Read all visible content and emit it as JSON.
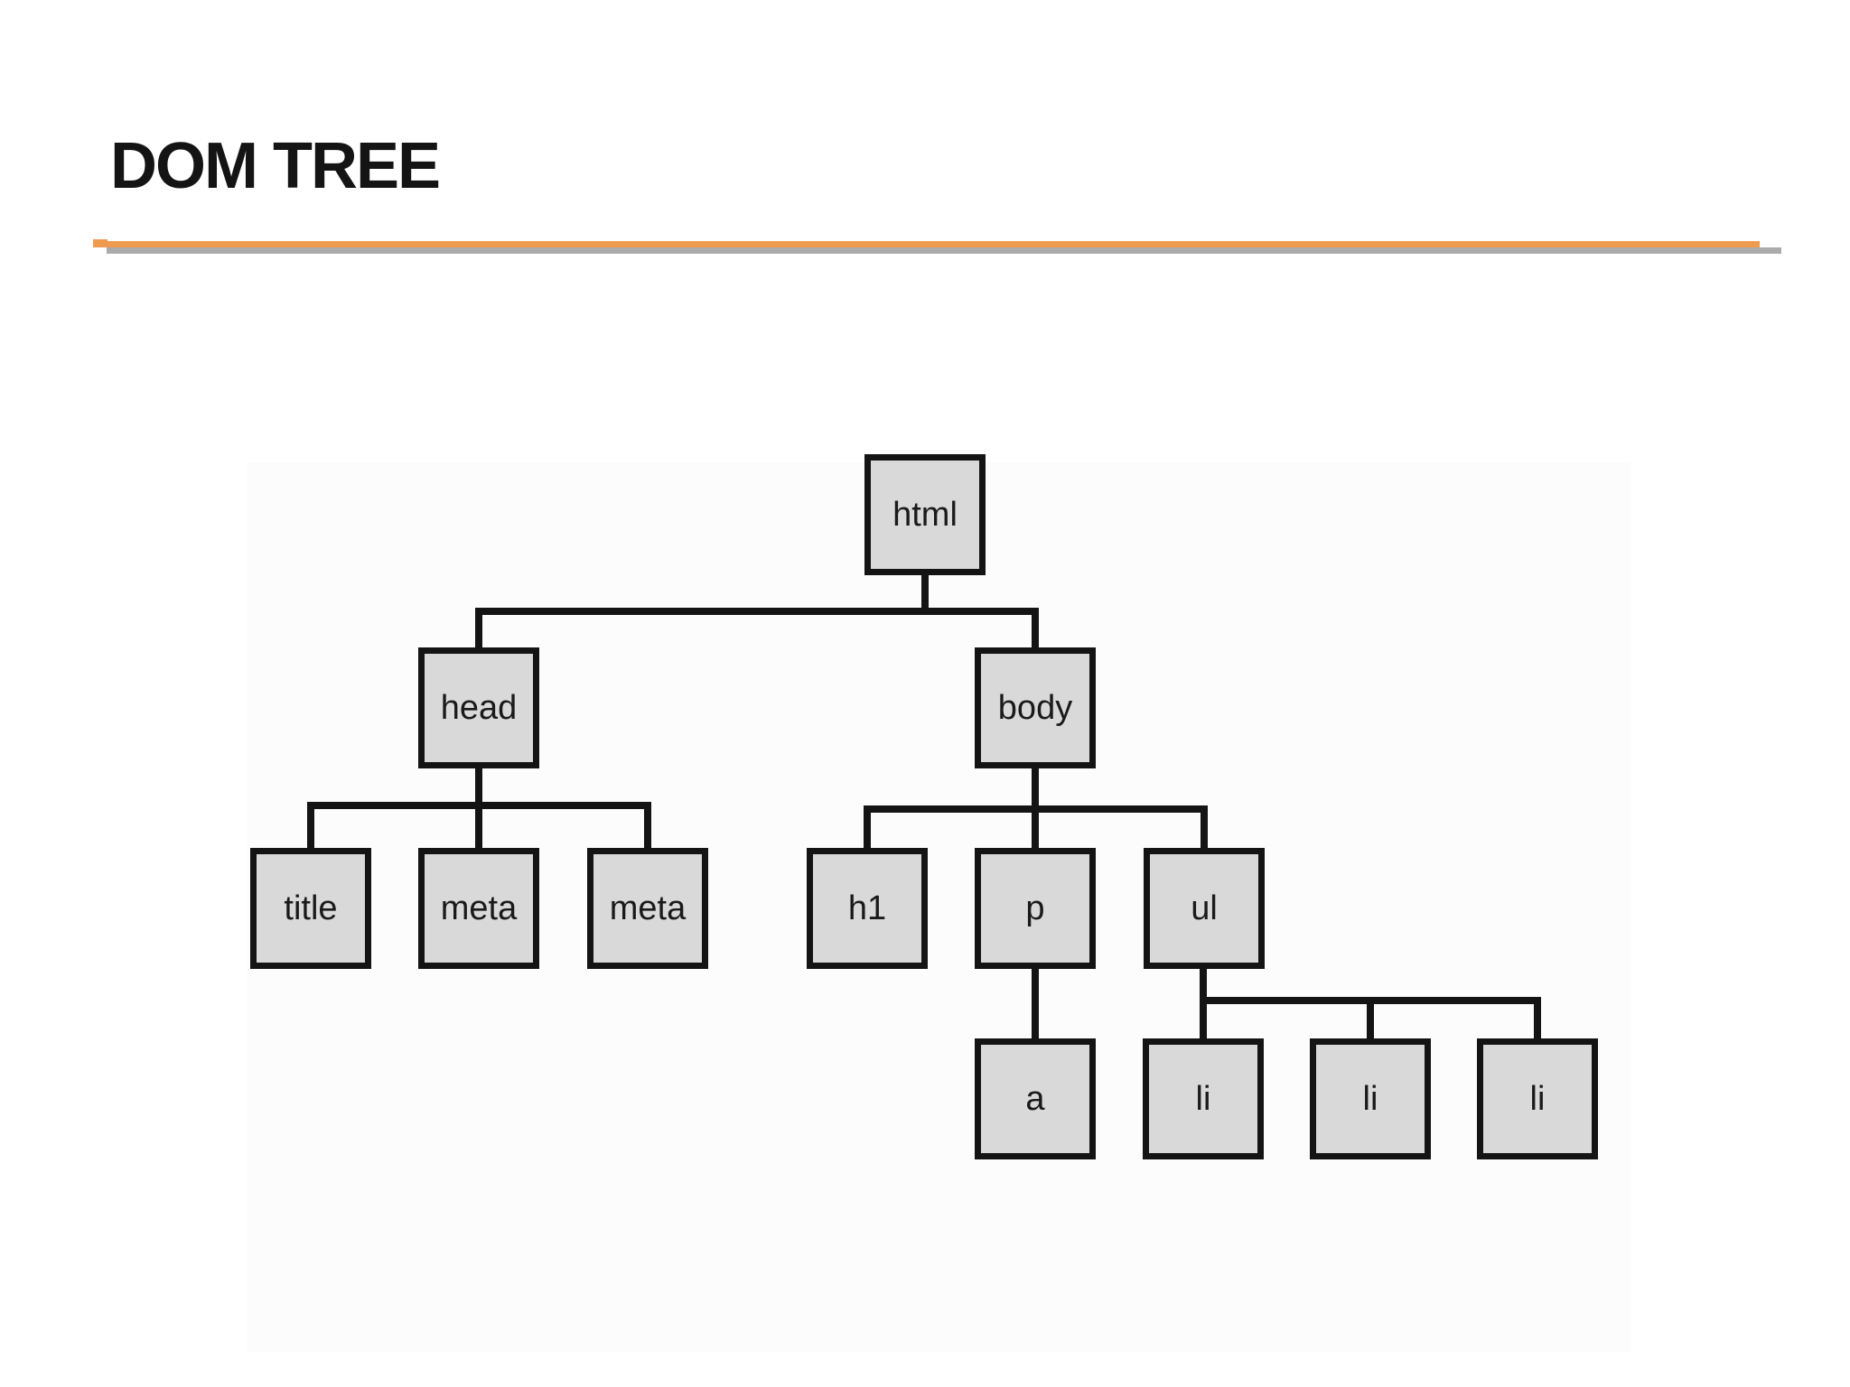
{
  "slide": {
    "title": "DOM TREE",
    "accent_color": "#EE9B4F",
    "accent_shadow_color": "#ABABAB",
    "background_color": "#FFFFFF"
  },
  "tree": {
    "node_fill_color": "#D9D9D9",
    "node_border_color": "#141414",
    "connector_color": "#141414",
    "nodes": [
      {
        "id": "html",
        "label": "html"
      },
      {
        "id": "head",
        "label": "head"
      },
      {
        "id": "body",
        "label": "body"
      },
      {
        "id": "title",
        "label": "title"
      },
      {
        "id": "meta-1",
        "label": "meta"
      },
      {
        "id": "meta-2",
        "label": "meta"
      },
      {
        "id": "h1",
        "label": "h1"
      },
      {
        "id": "p",
        "label": "p"
      },
      {
        "id": "ul",
        "label": "ul"
      },
      {
        "id": "a",
        "label": "a"
      },
      {
        "id": "li-1",
        "label": "li"
      },
      {
        "id": "li-2",
        "label": "li"
      },
      {
        "id": "li-3",
        "label": "li"
      }
    ],
    "edges": [
      {
        "from": "html",
        "to": "head"
      },
      {
        "from": "html",
        "to": "body"
      },
      {
        "from": "head",
        "to": "title"
      },
      {
        "from": "head",
        "to": "meta-1"
      },
      {
        "from": "head",
        "to": "meta-2"
      },
      {
        "from": "body",
        "to": "h1"
      },
      {
        "from": "body",
        "to": "p"
      },
      {
        "from": "body",
        "to": "ul"
      },
      {
        "from": "p",
        "to": "a"
      },
      {
        "from": "ul",
        "to": "li-1"
      },
      {
        "from": "ul",
        "to": "li-2"
      },
      {
        "from": "ul",
        "to": "li-3"
      }
    ]
  }
}
